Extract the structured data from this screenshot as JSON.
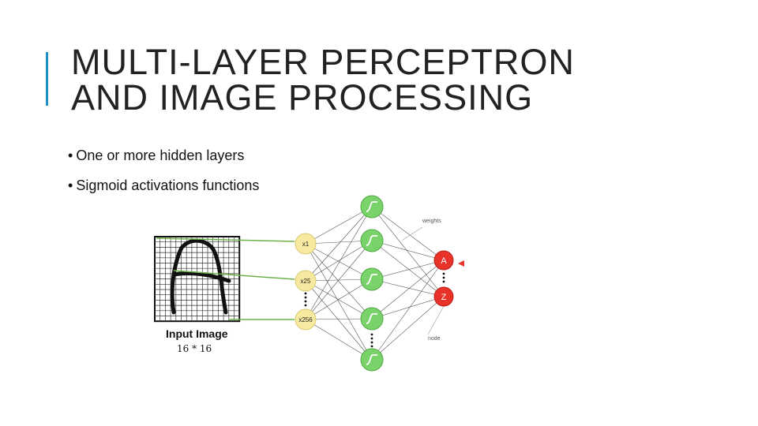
{
  "slide": {
    "title_lines": [
      "MULTI-LAYER PERCEPTRON",
      "AND IMAGE PROCESSING"
    ],
    "bullets": [
      "One or more hidden layers",
      "Sigmoid activations functions"
    ]
  },
  "diagram": {
    "input_title": "Input Image",
    "input_size": "16  *  16",
    "input_nodes": [
      "x1",
      "x25",
      "x256"
    ],
    "output_nodes": [
      "A",
      "Z"
    ],
    "weights_label": "weights",
    "node_label": "node",
    "colors": {
      "accent": "#1e8fc8",
      "input_node": "#f7eaa0",
      "hidden_node": "#7ad36a",
      "output_node": "#e8322a",
      "link": "#6db24a",
      "edge": "#555555"
    }
  }
}
